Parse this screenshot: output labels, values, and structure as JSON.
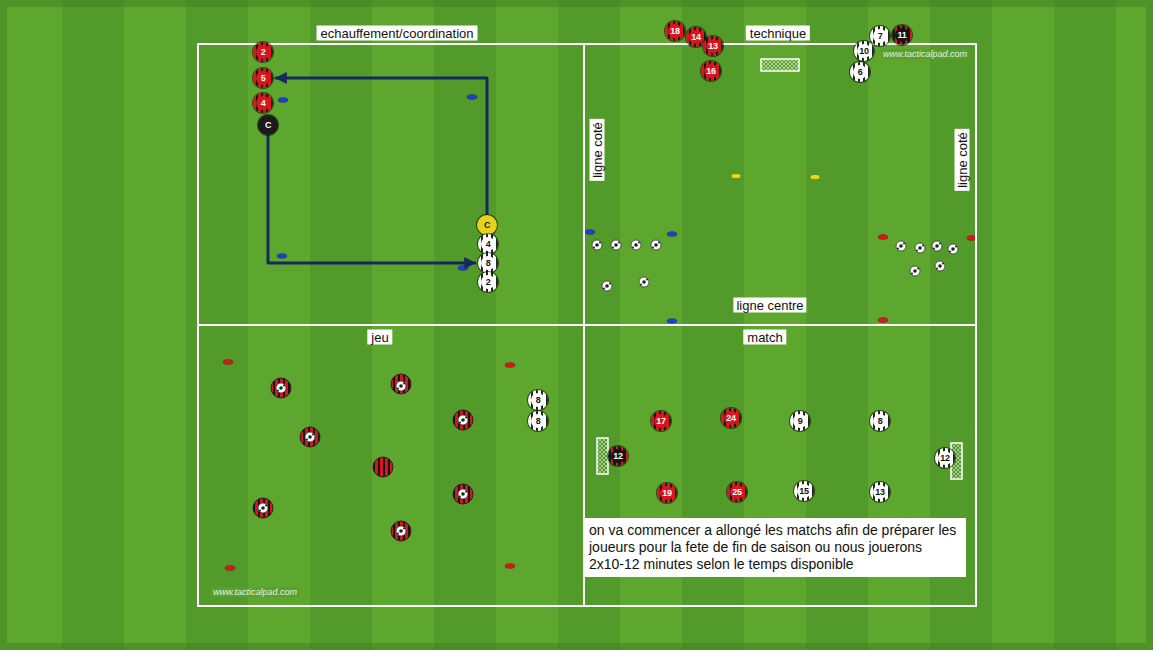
{
  "diagram": {
    "nodes": [
      {
        "text": [
          "echauffement/coordination"
        ]
      },
      {
        "text": [
          "technique"
        ]
      },
      {
        "text": [
          "jeu"
        ]
      },
      {
        "text": [
          "match"
        ]
      },
      {
        "text": [
          "2"
        ],
        "in": 0
      },
      {
        "text": [
          "5"
        ],
        "in": 0
      },
      {
        "text": [
          "4"
        ],
        "in": 0
      },
      {
        "text": [
          "C"
        ],
        "in": 0
      },
      {
        "text": [
          "C"
        ],
        "in": 0
      },
      {
        "text": [
          "4"
        ],
        "in": 0
      },
      {
        "text": [
          "8"
        ],
        "in": 0
      },
      {
        "text": [
          "2"
        ],
        "in": 0
      },
      {
        "text": [
          "18"
        ]
      },
      {
        "text": [
          "14"
        ]
      },
      {
        "text": [
          "13"
        ]
      },
      {
        "text": [
          "16"
        ],
        "in": 1
      },
      {
        "text": [
          "7"
        ]
      },
      {
        "text": [
          "11"
        ]
      },
      {
        "text": [
          "10"
        ],
        "in": 1
      },
      {
        "text": [
          "6"
        ],
        "in": 1
      },
      {
        "text": [
          "8"
        ],
        "in": 2
      },
      {
        "text": [
          "8"
        ],
        "in": 2
      },
      {
        "text": [
          "17"
        ],
        "in": 3
      },
      {
        "text": [
          "24"
        ],
        "in": 3
      },
      {
        "text": [
          "9"
        ],
        "in": 3
      },
      {
        "text": [
          "8"
        ],
        "in": 3
      },
      {
        "text": [
          "12"
        ],
        "in": 3
      },
      {
        "text": [
          "12"
        ],
        "in": 3
      },
      {
        "text": [
          "19"
        ],
        "in": 3
      },
      {
        "text": [
          "25"
        ],
        "in": 3
      },
      {
        "text": [
          "15"
        ],
        "in": 3
      },
      {
        "text": [
          "13"
        ],
        "in": 3
      },
      {
        "text": [
          "on va commencer a allongé les matchs afin de préparer les joueurs pour la fete de fin de saison ou nous jouerons 2x10-12 minutes selon le temps disponible"
        ],
        "in": 3
      }
    ],
    "edges": [
      {
        "from": 7,
        "to": 10,
        "arrow": "to"
      },
      {
        "from": 8,
        "to": 5,
        "arrow": "to"
      }
    ],
    "labels": [
      "ligne coté",
      "ligne coté",
      "ligne centre",
      "www.tacticalpad.com",
      "www.tacticalpad.com"
    ]
  }
}
